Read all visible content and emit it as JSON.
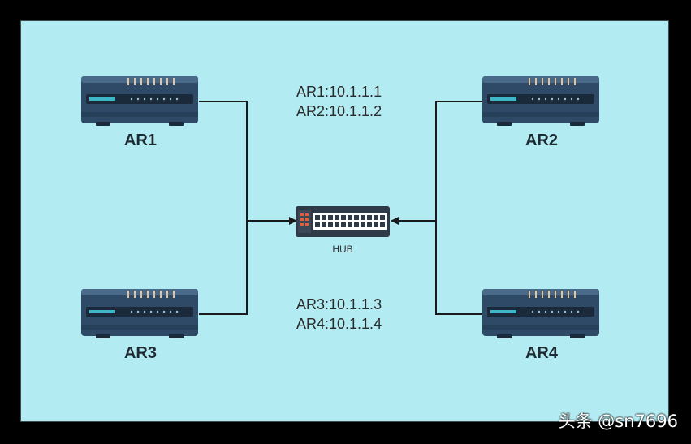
{
  "routers": [
    {
      "id": "ar1",
      "label": "AR1"
    },
    {
      "id": "ar2",
      "label": "AR2"
    },
    {
      "id": "ar3",
      "label": "AR3"
    },
    {
      "id": "ar4",
      "label": "AR4"
    }
  ],
  "hub": {
    "label": "HUB"
  },
  "addresses": {
    "top": [
      "AR1:10.1.1.1",
      "AR2:10.1.1.2"
    ],
    "bottom": [
      "AR3:10.1.1.3",
      "AR4:10.1.1.4"
    ]
  },
  "watermark": "头条 @sn7696",
  "colors": {
    "background": "#b3ebf2",
    "device": "#2f4a66",
    "line": "#1a1a1a"
  }
}
